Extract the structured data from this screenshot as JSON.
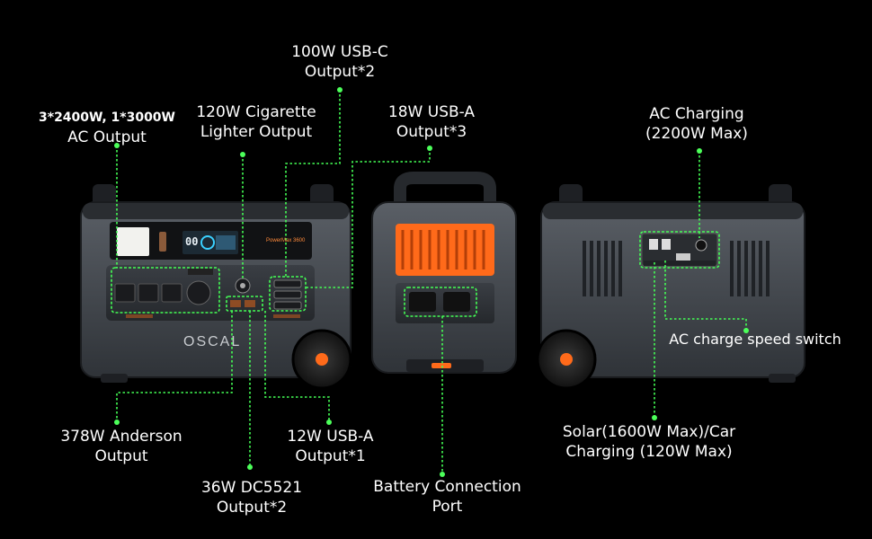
{
  "labels": {
    "ac_output": {
      "line1": "3*2400W,  1*3000W",
      "line2": "AC Output"
    },
    "cigarette": {
      "line1": "120W Cigarette",
      "line2": "Lighter Output"
    },
    "usbc": {
      "line1": "100W USB-C",
      "line2": "Output*2"
    },
    "usba18": {
      "line1": "18W USB-A",
      "line2": "Output*3"
    },
    "ac_charging": {
      "line1": "AC Charging",
      "line2": "(2200W Max)"
    },
    "ac_switch": {
      "line1": "AC charge speed switch"
    },
    "anderson": {
      "line1": "378W Anderson",
      "line2": "Output"
    },
    "dc5521": {
      "line1": "36W DC5521",
      "line2": "Output*2"
    },
    "usba12": {
      "line1": "12W USB-A",
      "line2": "Output*1"
    },
    "battery": {
      "line1": "Battery Connection",
      "line2": "Port"
    },
    "solar": {
      "line1": "Solar(1600W Max)/Car",
      "line2": "Charging (120W Max)"
    }
  },
  "product": {
    "brand": "OSCAL",
    "display_readout": "00",
    "panel_model": "PowerMax 3600"
  },
  "colors": {
    "callout_green": "#44ff55",
    "body": "#3f4349",
    "accent_orange": "#ff6a1a"
  }
}
